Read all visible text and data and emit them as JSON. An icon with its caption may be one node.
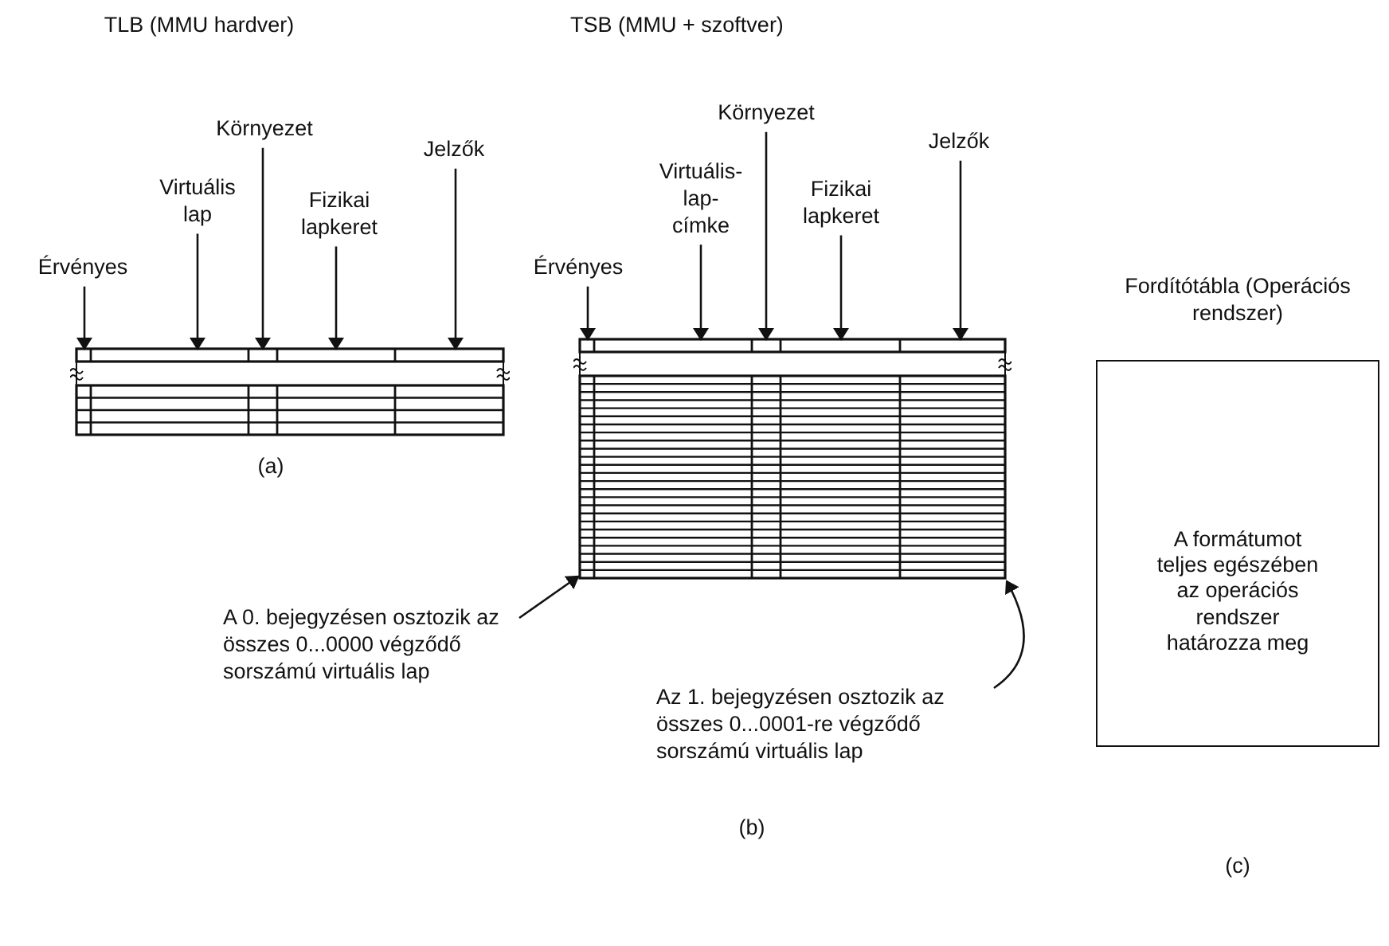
{
  "diagram": {
    "nodes": [
      {
        "text": [
          "Érvényes"
        ]
      },
      {
        "text": [
          "Virtuális lap"
        ]
      },
      {
        "text": [
          "Környezet"
        ]
      },
      {
        "text": [
          "Fizikai lapkeret"
        ]
      },
      {
        "text": [
          "Jelzők"
        ]
      },
      {
        "text": [],
        "shape": "box"
      },
      {
        "text": [
          "Érvényes"
        ]
      },
      {
        "text": [
          "Virtuális- lap- címke"
        ]
      },
      {
        "text": [
          "Környezet"
        ]
      },
      {
        "text": [
          "Fizikai lapkeret"
        ]
      },
      {
        "text": [
          "Jelzők"
        ]
      },
      {
        "text": [],
        "shape": "box"
      },
      {
        "text": [
          "A 0. bejegyzésen osztozik az összes 0...0000 végződő sorszámú virtuális lap"
        ]
      },
      {
        "text": [
          "Az 1. bejegyzésen osztozik az összes 0...0001-re végződő sorszámú virtuális lap"
        ]
      },
      {
        "text": [
          "Fordítótábla (Operációs rendszer)",
          "A formátumot teljes egészében az operációs rendszer határozza meg"
        ]
      }
    ],
    "edges": [
      {
        "from": 0,
        "to": 5,
        "arrow": "to"
      },
      {
        "from": 1,
        "to": 5,
        "arrow": "to"
      },
      {
        "from": 2,
        "to": 5,
        "arrow": "to"
      },
      {
        "from": 3,
        "to": 5,
        "arrow": "to"
      },
      {
        "from": 4,
        "to": 5,
        "arrow": "to"
      },
      {
        "from": 6,
        "to": 11,
        "arrow": "to"
      },
      {
        "from": 7,
        "to": 11,
        "arrow": "to"
      },
      {
        "from": 8,
        "to": 11,
        "arrow": "to"
      },
      {
        "from": 9,
        "to": 11,
        "arrow": "to"
      },
      {
        "from": 10,
        "to": 11,
        "arrow": "to"
      },
      {
        "from": 12,
        "to": 11,
        "arrow": "to"
      },
      {
        "from": 13,
        "to": 11,
        "arrow": "to"
      }
    ],
    "labels": [
      "TLB (MMU hardver)",
      "TSB (MMU + szoftver)",
      "(a)",
      "(b)",
      "(c)"
    ]
  }
}
